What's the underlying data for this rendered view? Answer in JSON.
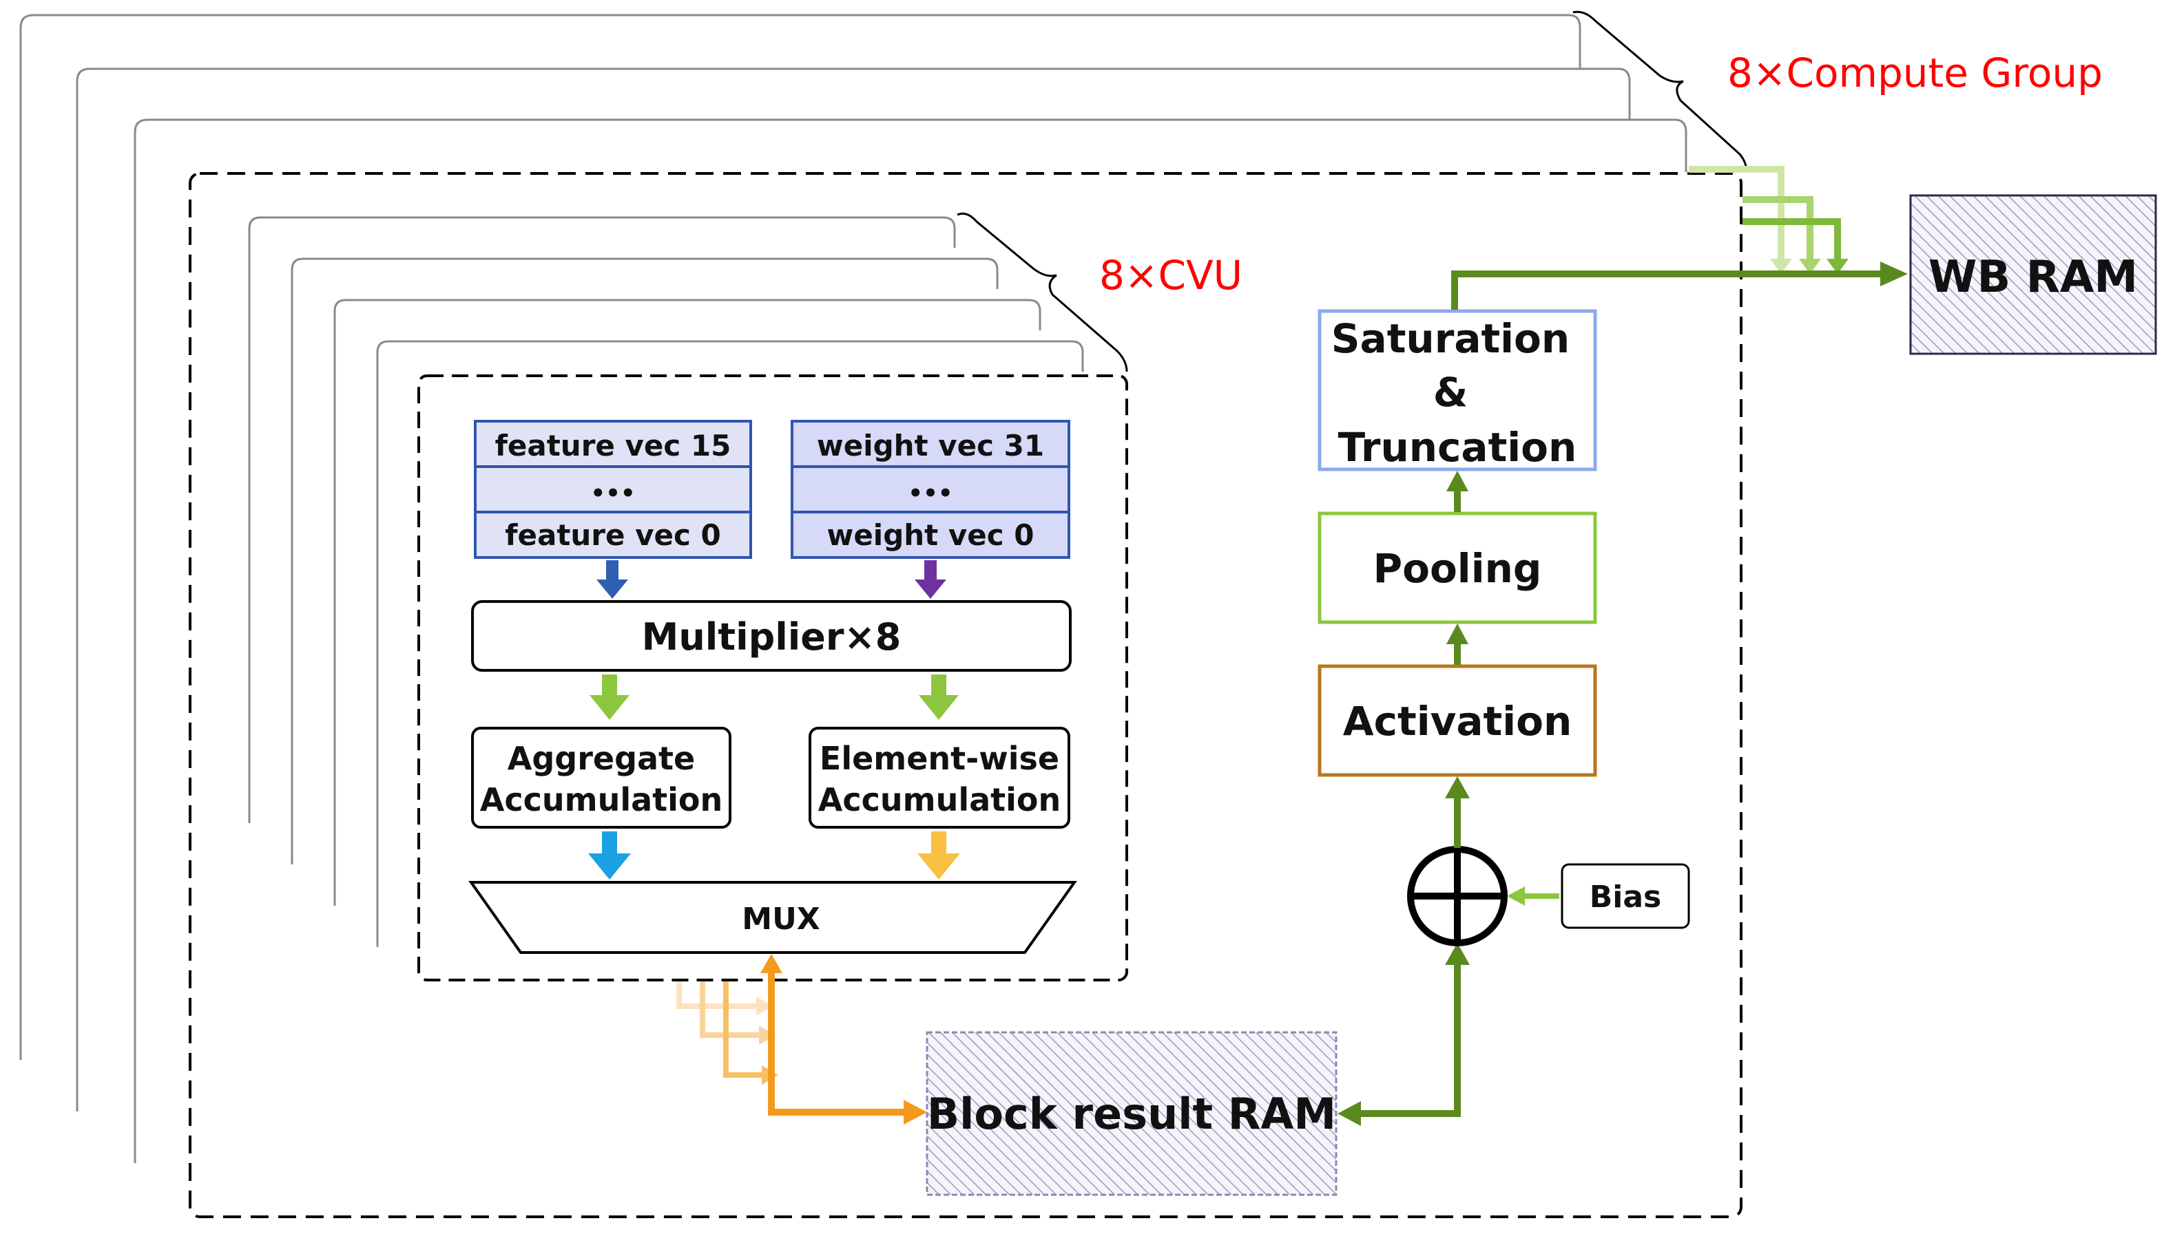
{
  "labels": {
    "compute_group": "8×Compute Group",
    "cvu": "8×CVU",
    "wb_ram": "WB RAM",
    "saturation_l1": "Saturation",
    "saturation_l2": "&",
    "saturation_l3": "Truncation",
    "pooling": "Pooling",
    "activation": "Activation",
    "bias": "Bias",
    "feature_vec_15": "feature vec 15",
    "feature_dots": "•••",
    "feature_vec_0": "feature vec 0",
    "weight_vec_31": "weight vec 31",
    "weight_dots": "•••",
    "weight_vec_0": "weight vec 0",
    "multiplier": "Multiplier×8",
    "aggregate_l1": "Aggregate",
    "aggregate_l2": "Accumulation",
    "elementwise_l1": "Element-wise",
    "elementwise_l2": "Accumulation",
    "mux": "MUX",
    "block_result_ram": "Block result RAM"
  },
  "colors": {
    "annotation_red": "#ff0000",
    "dark_green": "#5a8a1e",
    "light_green": "#8cc63f",
    "orange": "#f39a1e",
    "light_orange": "#f7c45a",
    "blue_arrow": "#2f5fb3",
    "purple_arrow": "#7030a0",
    "cyan_arrow": "#1ba1e2",
    "yellow_arrow": "#f7c045",
    "vec_fill_feature": "#dfe3f5",
    "vec_fill_weight": "#d6daf8",
    "vec_border": "#2f55b0",
    "activation_border": "#b8761e",
    "pooling_border": "#8cc63f",
    "saturation_border": "#8fa8ee",
    "hatch_gray": "#8a8ab0"
  }
}
